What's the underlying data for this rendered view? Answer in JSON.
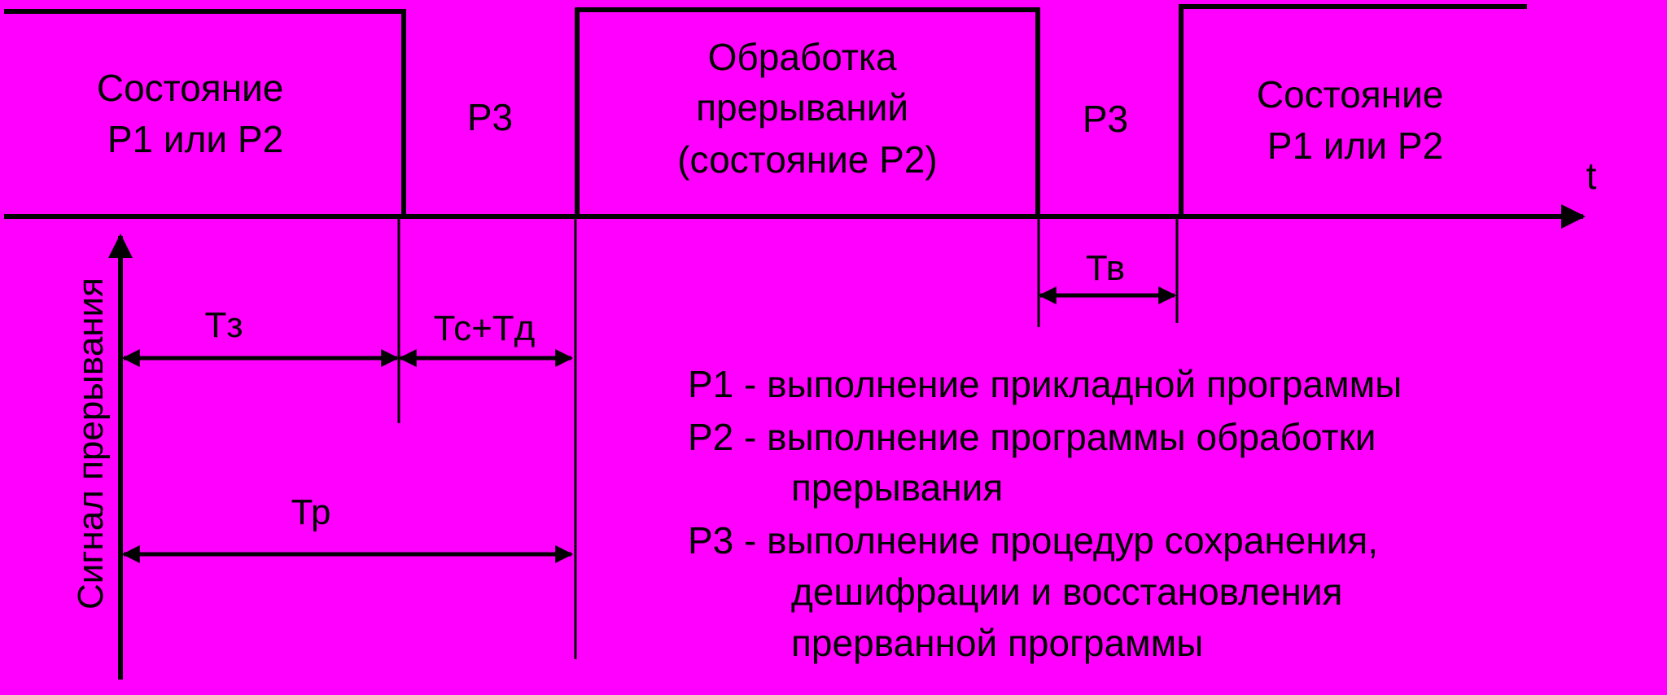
{
  "colors": {
    "background": "#ff00ff",
    "ink": "#000000"
  },
  "timeline": {
    "axis_label": "t"
  },
  "states": [
    {
      "lines": [
        "Состояние",
        "Р1 или Р2"
      ]
    },
    {
      "lines": [
        "Р3"
      ]
    },
    {
      "lines": [
        "Обработка",
        "прерываний",
        "(состояние Р2)"
      ]
    },
    {
      "lines": [
        "Р3"
      ]
    },
    {
      "lines": [
        "Состояние",
        "Р1 или Р2"
      ]
    }
  ],
  "intervals": {
    "tz": "Тз",
    "tc_td": "Тс+Тд",
    "tv": "Тв",
    "tr": "Тр"
  },
  "signal_label": "Сигнал прерывания",
  "legend": {
    "p1": "Р1 - выполнение прикладной программы",
    "p2_line1": "Р2 - выполнение программы обработки",
    "p2_line2": "прерывания",
    "p3_line1": "Р3 - выполнение процедур  сохранения,",
    "p3_line2": "дешифрации  и восстановления",
    "p3_line3": "прерванной  программы"
  }
}
